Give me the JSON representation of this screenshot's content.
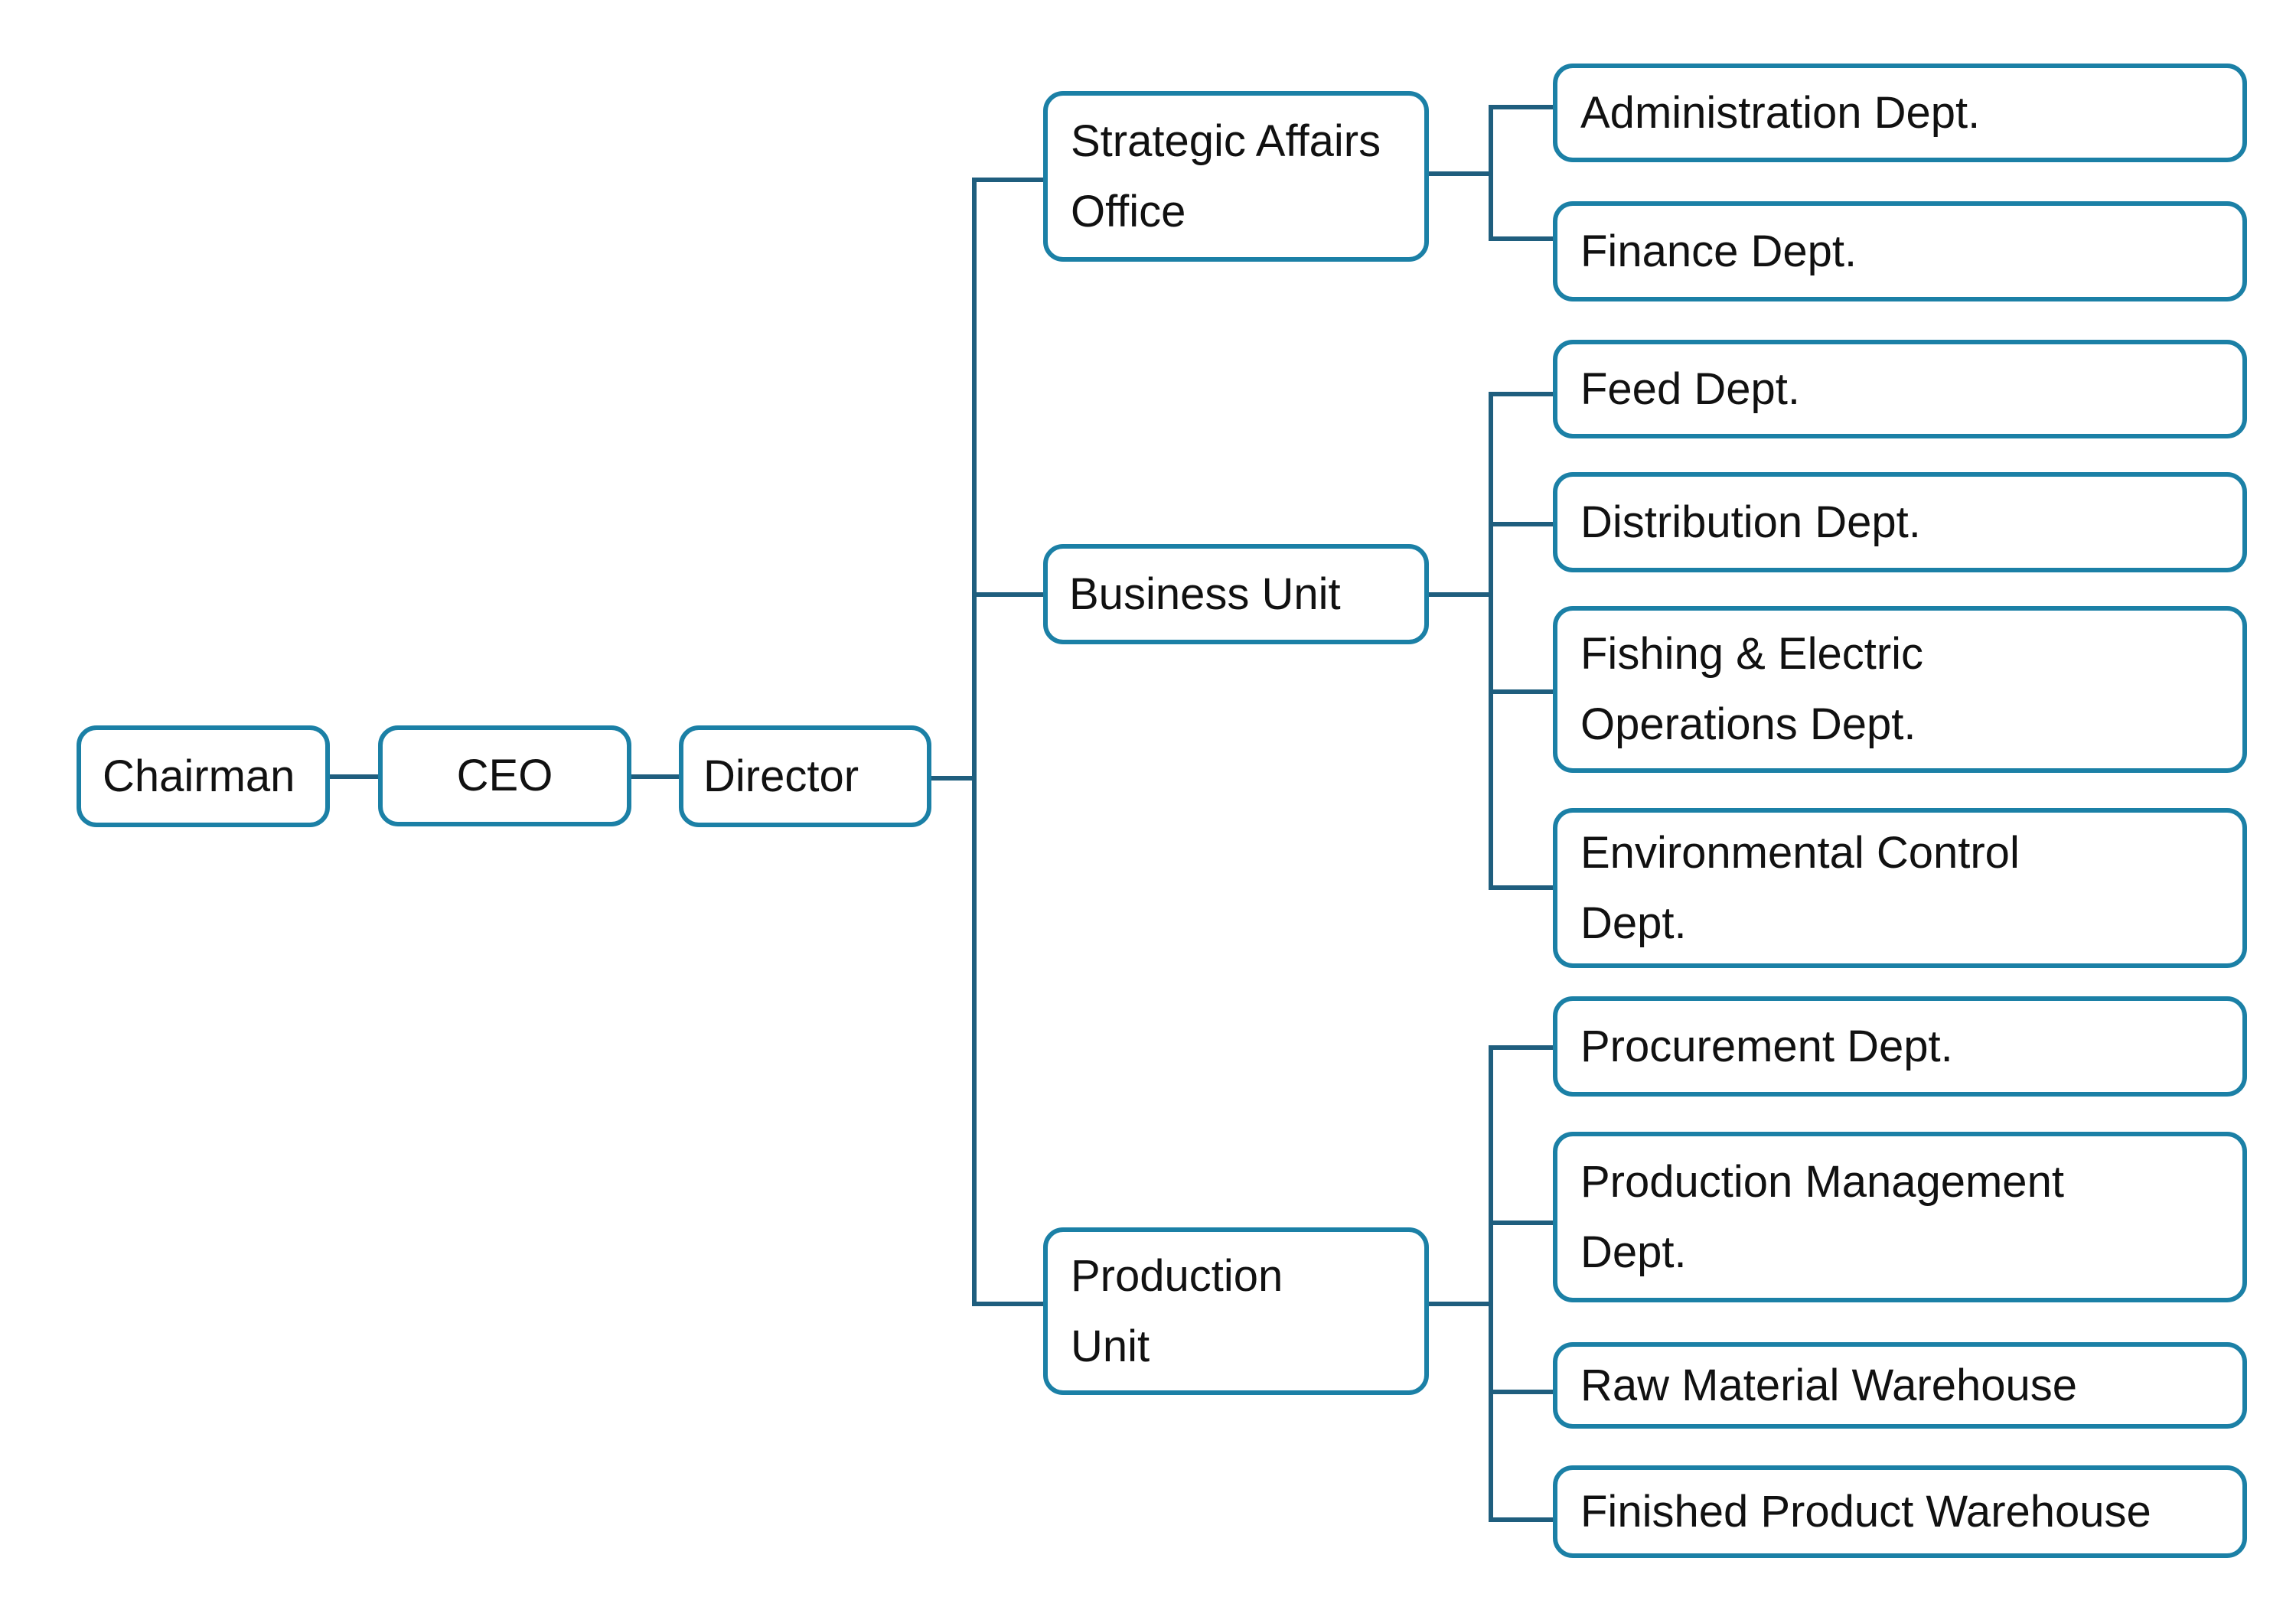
{
  "colors": {
    "box_border": "#1b80a6",
    "connector": "#1f5e7e",
    "text": "#111111",
    "background": "#ffffff"
  },
  "chain": {
    "chairman": "Chairman",
    "ceo": "CEO",
    "director": "Director"
  },
  "units": [
    {
      "lines": [
        "Strategic Affairs",
        "Office"
      ],
      "departments": [
        {
          "lines": [
            "Administration Dept."
          ]
        },
        {
          "lines": [
            "Finance Dept."
          ]
        }
      ]
    },
    {
      "lines": [
        "Business Unit"
      ],
      "departments": [
        {
          "lines": [
            "Feed Dept."
          ]
        },
        {
          "lines": [
            "Distribution Dept."
          ]
        },
        {
          "lines": [
            "Fishing & Electric",
            "Operations Dept."
          ]
        },
        {
          "lines": [
            "Environmental Control",
            "Dept."
          ]
        }
      ]
    },
    {
      "lines": [
        "Production",
        "Unit"
      ],
      "departments": [
        {
          "lines": [
            "Procurement Dept."
          ]
        },
        {
          "lines": [
            "Production Management",
            "Dept."
          ]
        },
        {
          "lines": [
            "Raw Material Warehouse"
          ]
        },
        {
          "lines": [
            "Finished Product Warehouse"
          ]
        }
      ]
    }
  ]
}
